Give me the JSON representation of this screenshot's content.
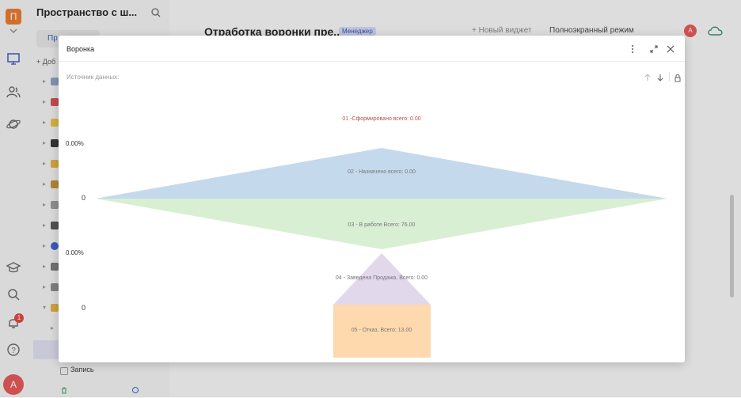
{
  "rail": {
    "workspace_badge": "П",
    "notifications_count": "1",
    "user_initial": "A"
  },
  "sidebar": {
    "space_title": "Пространство с ш...",
    "tab_label": "Пр",
    "add_label": "+ Доб",
    "record_label": "Запись"
  },
  "header": {
    "page_title": "Отработка воронки пре...",
    "role_chip": "Менеджер",
    "new_widget": "+ Новый виджет",
    "fullscreen": "Полноэкранный режим",
    "user_initial": "A"
  },
  "modal": {
    "title": "Воронка",
    "source_label": "Источник данных:"
  },
  "chart_data": {
    "type": "funnel",
    "stages": [
      {
        "label": "01 -Сформировано всего:  0.00",
        "value": 0.0
      },
      {
        "label": "02 - Назначено всего:  0.00",
        "value": 0.0,
        "color": "#c5d9ec"
      },
      {
        "label": "03 - В работе Всего:  76.00",
        "value": 76.0,
        "color": "#d9efd4"
      },
      {
        "label": "04 - Заведена Продажа, Всего:  0.00",
        "value": 0.0,
        "color": "#e2d8ec"
      },
      {
        "label": "05 - Отказ, Всего:  13.00",
        "value": 13.0,
        "color": "#fdd9ad"
      }
    ],
    "side_labels": [
      "0.00%",
      "0",
      "0.00%",
      "0"
    ],
    "stage1_label_color": "#b05050",
    "stage_label_color": "#777777"
  }
}
